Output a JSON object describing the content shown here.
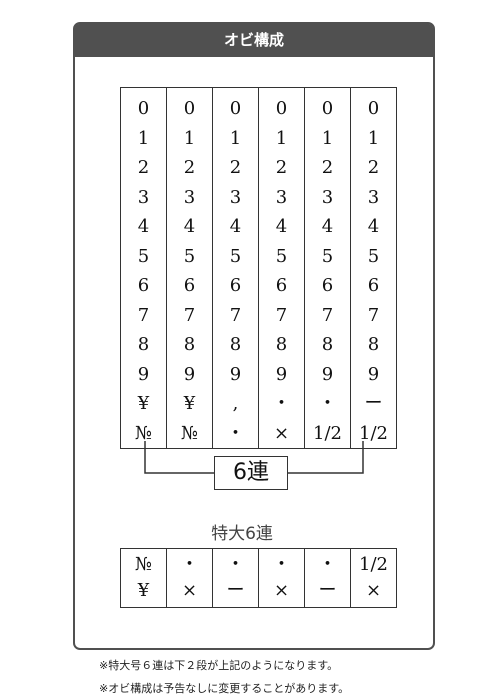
{
  "panel": {
    "title": "オビ構成"
  },
  "main_columns": [
    [
      "0",
      "1",
      "2",
      "3",
      "4",
      "5",
      "6",
      "7",
      "8",
      "9",
      "¥",
      "№"
    ],
    [
      "0",
      "1",
      "2",
      "3",
      "4",
      "5",
      "6",
      "7",
      "8",
      "9",
      "¥",
      "№"
    ],
    [
      "0",
      "1",
      "2",
      "3",
      "4",
      "5",
      "6",
      "7",
      "8",
      "9",
      ",",
      "・"
    ],
    [
      "0",
      "1",
      "2",
      "3",
      "4",
      "5",
      "6",
      "7",
      "8",
      "9",
      "・",
      "×"
    ],
    [
      "0",
      "1",
      "2",
      "3",
      "4",
      "5",
      "6",
      "7",
      "8",
      "9",
      "・",
      "1/2"
    ],
    [
      "0",
      "1",
      "2",
      "3",
      "4",
      "5",
      "6",
      "7",
      "8",
      "9",
      "ー",
      "1/2"
    ]
  ],
  "caption": "6連",
  "sub_title": "特大6連",
  "sub_columns": [
    [
      "№",
      "¥"
    ],
    [
      "・",
      "×"
    ],
    [
      "・",
      "ー"
    ],
    [
      "・",
      "×"
    ],
    [
      "・",
      "ー"
    ],
    [
      "1/2",
      "×"
    ]
  ],
  "notes": [
    "※特大号６連は下２段が上記のようになります。",
    "※オビ構成は予告なしに変更することがあります。"
  ]
}
